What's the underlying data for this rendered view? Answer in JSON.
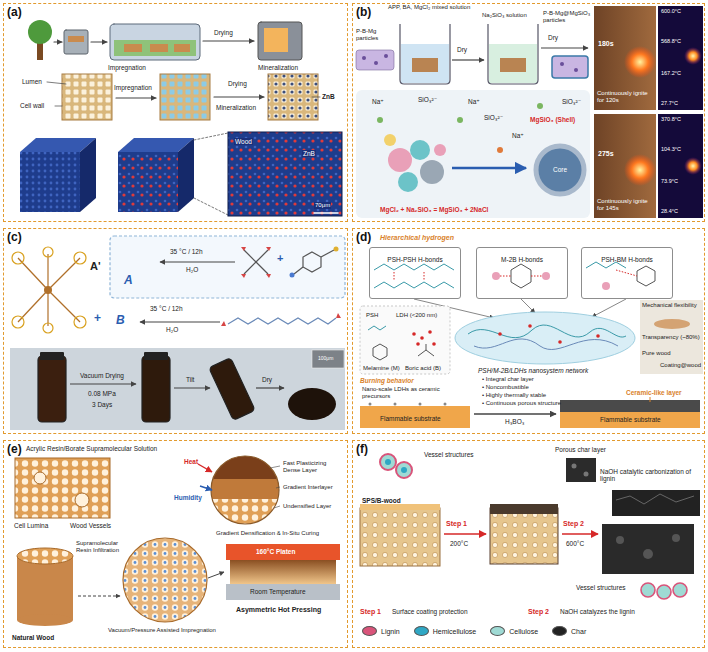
{
  "diagram": {
    "nodes": [
      {
        "text": [
          "(a)"
        ]
      },
      {
        "text": [
          "(b)"
        ]
      },
      {
        "text": [
          "(c)"
        ]
      },
      {
        "text": [
          "(d)"
        ]
      },
      {
        "text": [
          "PSH-PSH H-bonds"
        ],
        "in": 3
      },
      {
        "text": [
          "M-2B H-bonds"
        ],
        "in": 3
      },
      {
        "text": [
          "PSH-BM H-bonds"
        ],
        "in": 3
      },
      {
        "text": [
          "(e)"
        ]
      },
      {
        "text": [
          "(f)"
        ]
      }
    ],
    "labels": [
      "Impregnation",
      "Drying",
      "Mineralization",
      "Lumen",
      "Cell wall",
      "Impregnation",
      "Drying",
      "Mineralization",
      "ZnB",
      "Wood",
      "ZnB",
      "70μm",
      "APP, BA, MgCl₂ mixed solution",
      "Na₂SiO₃ solution",
      "P-B-Mg particles",
      "Dry",
      "P-B-Mg@MgSiO₃ particles",
      "Dry",
      "Na⁺",
      "SiO₃²⁻",
      "Na⁺",
      "SiO₃²⁻",
      "Na⁺",
      "SiO₃²⁻",
      "MgSiO₃ (Shell)",
      "Core",
      "MgCl₂ + Na₂SiO₃ = MgSiO₃ + 2NaCl",
      "180s",
      "Continuously ignite for 120s",
      "600.0°C",
      "568.8°C",
      "167.2°C",
      "27.7°C",
      "275s",
      "Continuously ignite for 145s",
      "370.8°C",
      "104.3°C",
      "73.9°C",
      "28.4°C",
      "A'",
      "35 °C / 12h",
      "H₂O",
      "A",
      "+",
      "+",
      "B",
      "35 °C / 12h",
      "H₂O",
      "Vacuum Drying",
      "0.08 MPa",
      "3 Days",
      "Tilt",
      "Dry",
      "100μm",
      "Hierarchical hydrogen",
      "PSH",
      "LDH (<200 nm)",
      "Melamine (M)",
      "Boric acid (B)",
      "PSH/M-2B/LDHs nanosystem network",
      "Mechanical flexibility",
      "Transparency (~80%)",
      "Pure wood",
      "Coating@wood",
      "Burning behavior",
      "Nano-scale LDHs as ceramic precursors",
      "• Integral char layer",
      "• Noncombustible",
      "• Highly thermally stable",
      "• Continuous porous structure",
      "H₃BO₃",
      "Ceramic-like layer",
      "Flammable substrate",
      "Flammable substrate",
      "Acrylic Resin/Borate Supramolecular Solution",
      "Cell Lumina",
      "Wood Vessels",
      "Heat",
      "Humidity",
      "Fast Plasticizing Dense Layer",
      "Gradient Interlayer",
      "Undensified Layer",
      "Natural Wood",
      "Supramolecular Resin Infiltration",
      "Vacuum/Pressure Assisted Impregnation",
      "Gradient Densification & In-Situ Curing",
      "160°C Platen",
      "Room Temperature",
      "Asymmetric Hot Pressing",
      "Vessel structures",
      "Porous char layer",
      "NaOH catalytic carbonization of lignin",
      "SPS/B-wood",
      "Step 1",
      "200°C",
      "Step 2",
      "600°C",
      "Vessel structures",
      "Step 1",
      "Surface coating protection",
      "Step 2",
      "NaOH catalyzes the lignin"
    ],
    "legend": [
      {
        "text": "Lignin",
        "color": "#d9547a"
      },
      {
        "text": "Hemicellulose",
        "color": "#2fa7c4"
      },
      {
        "text": "Cellulose",
        "color": "#9fdad4"
      },
      {
        "text": "Char",
        "color": "#222222"
      }
    ]
  }
}
